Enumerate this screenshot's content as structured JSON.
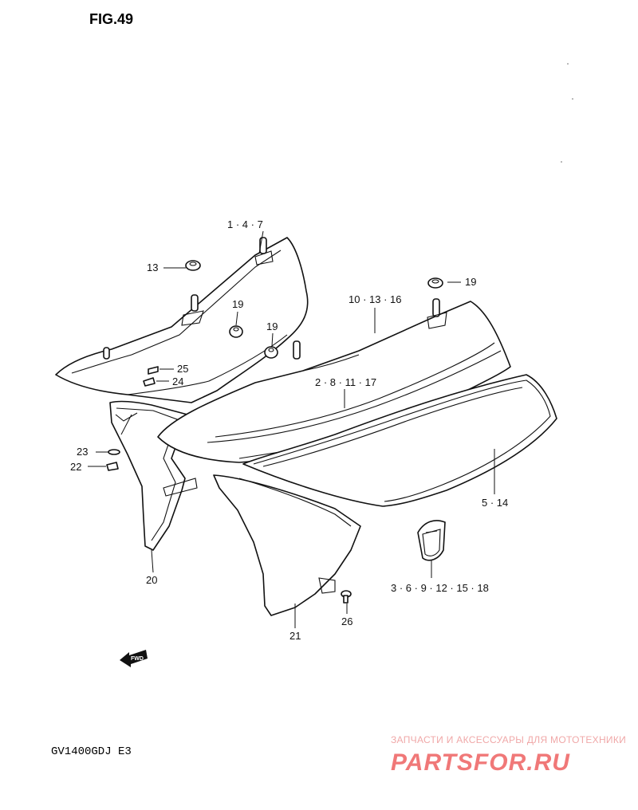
{
  "figure": {
    "title": "FIG.49",
    "model": "GV1400GDJ  E3"
  },
  "labels": {
    "p_1_4_7": "1 · 4 · 7",
    "p_13": "13",
    "p_19_a": "19",
    "p_19_b": "19",
    "p_19_c": "19",
    "p_10_13_16": "10 · 13 · 16",
    "p_2_8_11_17": "2 · 8 · 11 · 17",
    "p_25": "25",
    "p_24": "24",
    "p_23": "23",
    "p_22": "22",
    "p_20": "20",
    "p_5_14": "5 · 14",
    "p_3_6_9": "3 · 6 · 9 · 12 · 15 · 18",
    "p_26": "26",
    "p_21": "21",
    "fwd": "FWD"
  },
  "watermark": {
    "tagline": "ЗАПЧАСТИ И АКСЕССУАРЫ ДЛЯ МОТОТЕХНИКИ",
    "brand": "PARTSFOR.RU"
  }
}
